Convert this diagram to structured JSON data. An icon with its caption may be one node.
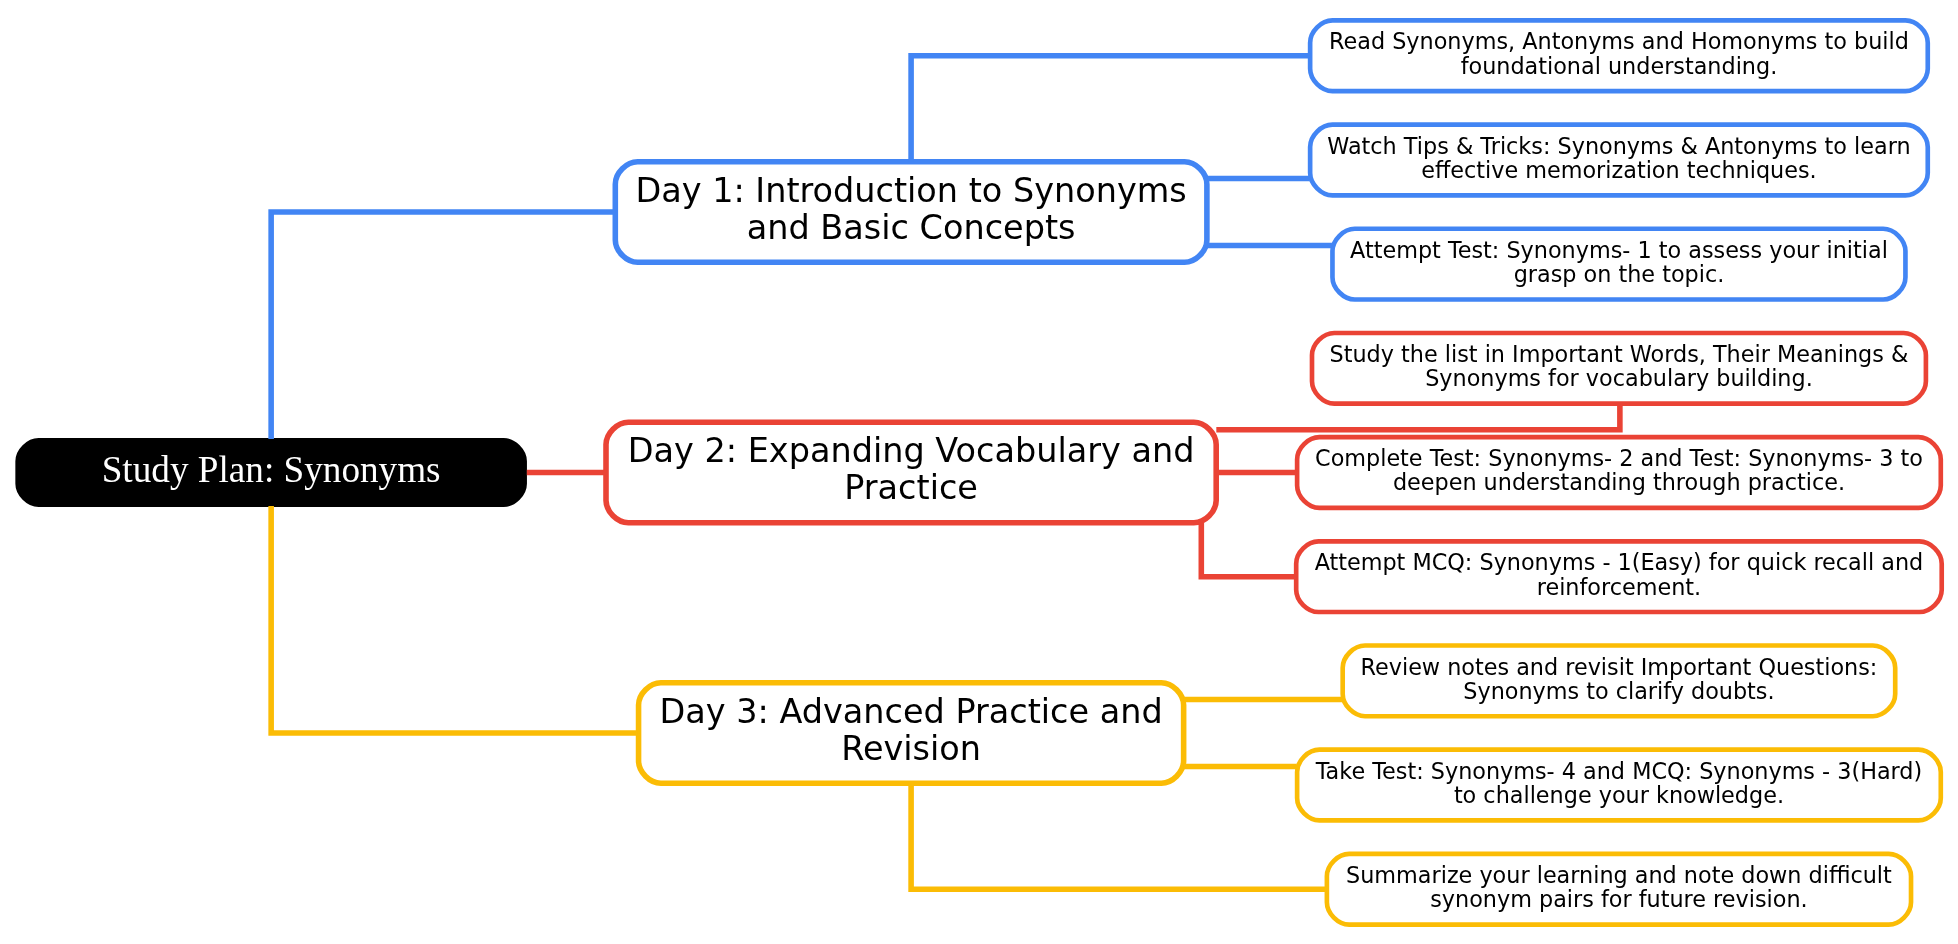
{
  "diagram": {
    "nodes": [
      {
        "text": [
          "Study Plan: Synonyms"
        ]
      },
      {
        "text": [
          "Day 1: Introduction to Synonyms and Basic Concepts"
        ]
      },
      {
        "text": [
          "Read Synonyms, Antonyms and Homonyms to build foundational understanding."
        ]
      },
      {
        "text": [
          "Watch Tips & Tricks: Synonyms & Antonyms to learn effective memorization techniques."
        ]
      },
      {
        "text": [
          "Attempt Test: Synonyms- 1 to assess your initial grasp on the topic."
        ]
      },
      {
        "text": [
          "Day 2: Expanding Vocabulary and Practice"
        ]
      },
      {
        "text": [
          "Study the list in Important Words, Their Meanings & Synonyms for vocabulary building."
        ]
      },
      {
        "text": [
          "Complete Test: Synonyms- 2 and Test: Synonyms- 3 to deepen understanding through practice."
        ]
      },
      {
        "text": [
          "Attempt MCQ: Synonyms - 1(Easy) for quick recall and reinforcement."
        ]
      },
      {
        "text": [
          "Day 3: Advanced Practice and Revision"
        ]
      },
      {
        "text": [
          "Review notes and revisit Important Questions: Synonyms to clarify doubts."
        ]
      },
      {
        "text": [
          "Take Test: Synonyms- 4 and MCQ: Synonyms - 3(Hard) to challenge your knowledge."
        ]
      },
      {
        "text": [
          "Summarize your learning and note down difficult synonym pairs for future revision."
        ]
      }
    ],
    "edges": [
      {
        "from": 0,
        "to": 1,
        "arrow": "none",
        "color": "#4285f4"
      },
      {
        "from": 1,
        "to": 2,
        "arrow": "none",
        "color": "#4285f4"
      },
      {
        "from": 1,
        "to": 3,
        "arrow": "none",
        "color": "#4285f4"
      },
      {
        "from": 1,
        "to": 4,
        "arrow": "none",
        "color": "#4285f4"
      },
      {
        "from": 0,
        "to": 5,
        "arrow": "none",
        "color": "#ea4335"
      },
      {
        "from": 5,
        "to": 6,
        "arrow": "none",
        "color": "#ea4335"
      },
      {
        "from": 5,
        "to": 7,
        "arrow": "none",
        "color": "#ea4335"
      },
      {
        "from": 5,
        "to": 8,
        "arrow": "none",
        "color": "#ea4335"
      },
      {
        "from": 0,
        "to": 9,
        "arrow": "none",
        "color": "#fbbc05"
      },
      {
        "from": 9,
        "to": 10,
        "arrow": "none",
        "color": "#fbbc05"
      },
      {
        "from": 9,
        "to": 11,
        "arrow": "none",
        "color": "#fbbc05"
      },
      {
        "from": 9,
        "to": 12,
        "arrow": "none",
        "color": "#fbbc05"
      }
    ]
  }
}
